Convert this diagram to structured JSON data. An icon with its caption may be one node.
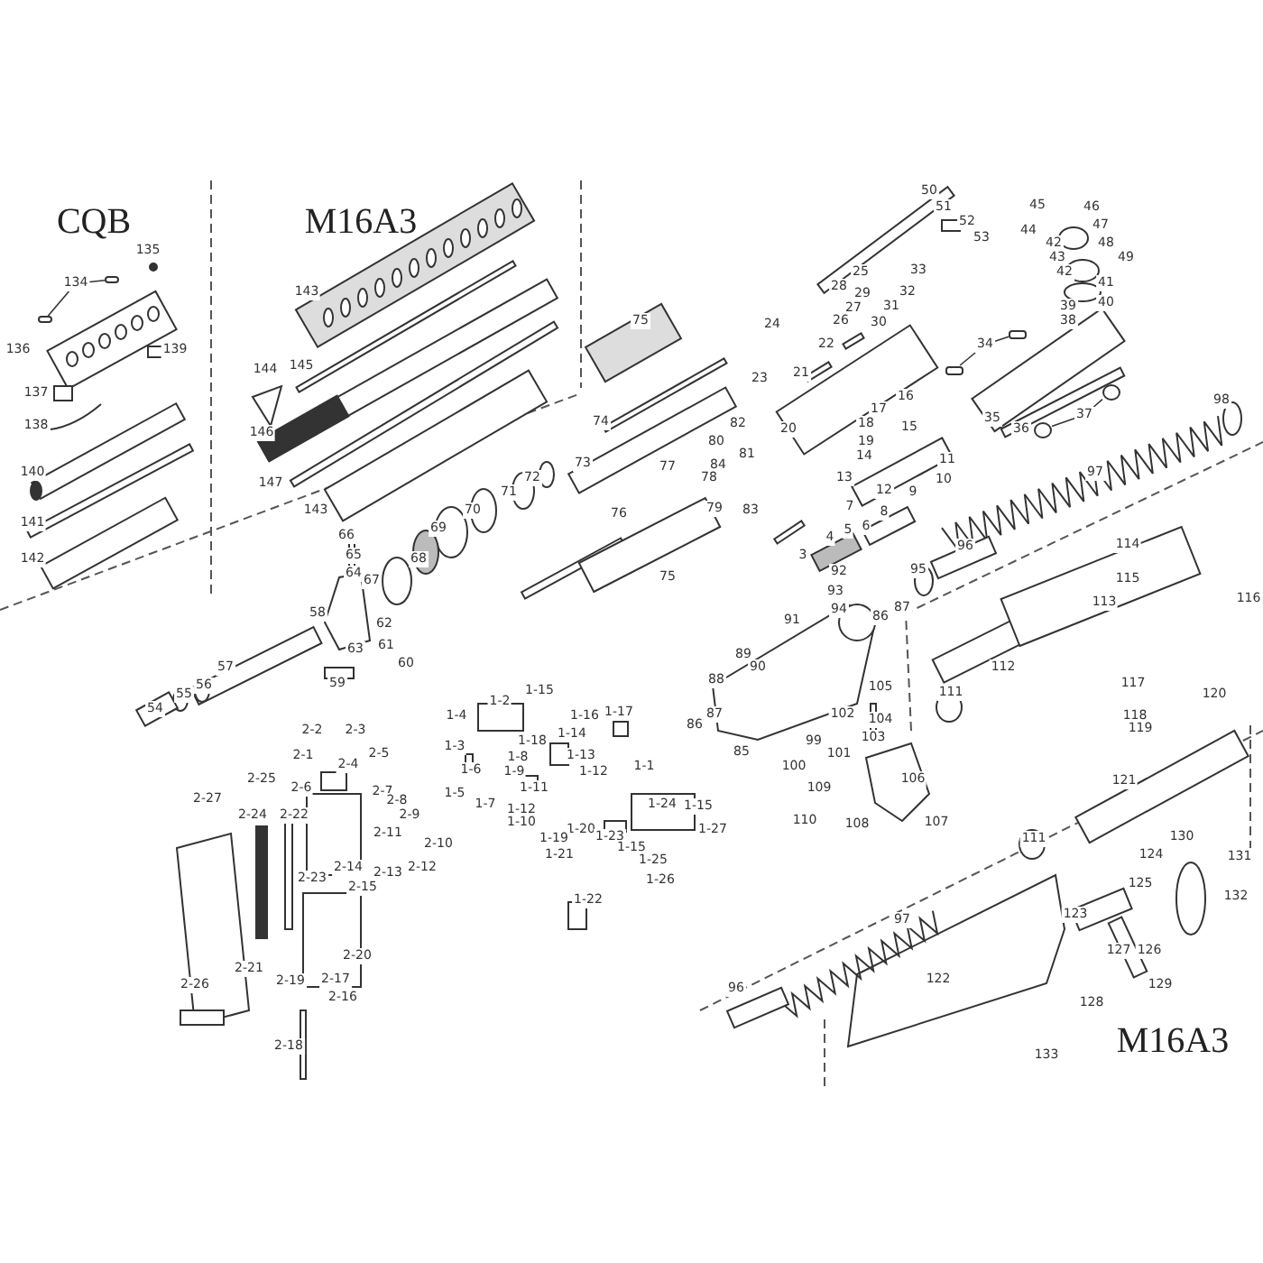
{
  "diagram": {
    "nodes": [
      {
        "text": [
          "134"
        ]
      },
      {
        "text": [],
        "shape": "box"
      },
      {
        "text": [],
        "shape": "box"
      },
      {
        "text": [
          "34"
        ]
      },
      {
        "text": [],
        "shape": "box"
      },
      {
        "text": [],
        "shape": "box"
      },
      {
        "text": [
          "37"
        ]
      },
      {
        "text": [],
        "shape": "circle"
      },
      {
        "text": [],
        "shape": "circle"
      }
    ],
    "edges": [
      {
        "from": 0,
        "to": 1,
        "arrow": "none"
      },
      {
        "from": 0,
        "to": 2,
        "arrow": "none"
      },
      {
        "from": 3,
        "to": 4,
        "arrow": "none"
      },
      {
        "from": 3,
        "to": 5,
        "arrow": "none"
      },
      {
        "from": 6,
        "to": 7,
        "arrow": "none"
      },
      {
        "from": 6,
        "to": 8,
        "arrow": "none"
      }
    ],
    "labels": [
      "CQB",
      "M16A3",
      "135",
      "143",
      "50",
      "51",
      "45",
      "46",
      "47",
      "52",
      "44",
      "53",
      "42",
      "48",
      "43",
      "49",
      "42",
      "25",
      "33",
      "41",
      "40",
      "28",
      "29",
      "32",
      "27",
      "31",
      "39",
      "38",
      "26",
      "30",
      "75",
      "24",
      "136",
      "139",
      "22",
      "145",
      "144",
      "21",
      "23",
      "137",
      "16",
      "17",
      "98",
      "35",
      "74",
      "82",
      "18",
      "15",
      "138",
      "20",
      "36",
      "146",
      "80",
      "19",
      "81",
      "14",
      "11",
      "73",
      "84",
      "77",
      "140",
      "97",
      "72",
      "13",
      "78",
      "10",
      "147",
      "12",
      "9",
      "71",
      "7",
      "79",
      "83",
      "143",
      "70",
      "76",
      "8",
      "141",
      "69",
      "6",
      "5",
      "66",
      "4",
      "114",
      "96",
      "3",
      "65",
      "68",
      "142",
      "95",
      "92",
      "64",
      "75",
      "115",
      "67",
      "93",
      "116",
      "113",
      "87",
      "94",
      "58",
      "86",
      "91",
      "62",
      "61",
      "63",
      "89",
      "60",
      "57",
      "90",
      "112",
      "88",
      "117",
      "59",
      "56",
      "105",
      "111",
      "1-15",
      "120",
      "55",
      "1-2",
      "54",
      "1-16",
      "1-17",
      "1-4",
      "87",
      "102",
      "118",
      "104",
      "86",
      "119",
      "2-2",
      "2-3",
      "1-18",
      "1-14",
      "103",
      "99",
      "1-3",
      "85",
      "101",
      "2-5",
      "2-1",
      "1-13",
      "1-8",
      "2-4",
      "100",
      "1-1",
      "1-6",
      "1-9",
      "1-12",
      "2-25",
      "106",
      "121",
      "1-11",
      "2-6",
      "109",
      "2-7",
      "1-5",
      "2-27",
      "2-8",
      "1-24",
      "1-15",
      "1-7",
      "1-12",
      "2-24",
      "2-22",
      "2-9",
      "110",
      "107",
      "108",
      "1-10",
      "1-20",
      "1-27",
      "2-11",
      "1-19",
      "1-23",
      "130",
      "111",
      "2-10",
      "1-15",
      "1-21",
      "124",
      "131",
      "1-25",
      "2-12",
      "2-14",
      "2-13",
      "2-23",
      "1-26",
      "125",
      "2-15",
      "132",
      "123",
      "97",
      "1-22",
      "127",
      "126",
      "2-20",
      "2-21",
      "2-17",
      "122",
      "2-19",
      "2-26",
      "129",
      "96",
      "2-16",
      "128",
      "M16A3",
      "2-18",
      "133"
    ]
  }
}
